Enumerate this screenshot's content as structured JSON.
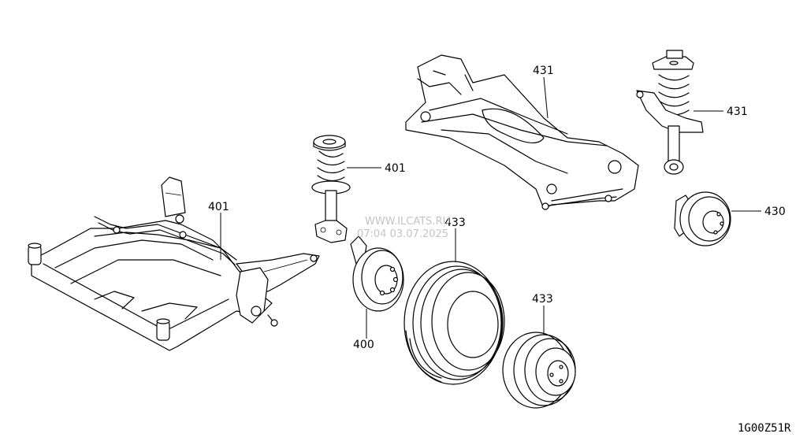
{
  "labels": {
    "front_subframe": "401",
    "front_strut": "401",
    "front_hub": "400",
    "tire": "433",
    "wheel": "433",
    "rear_subframe": "431",
    "rear_strut": "431",
    "rear_hub": "430"
  },
  "watermark": {
    "site": "WWW.ILCATS.RU",
    "date": "07:04 03.07.2025"
  },
  "diagram_code": "1G00Z51R"
}
